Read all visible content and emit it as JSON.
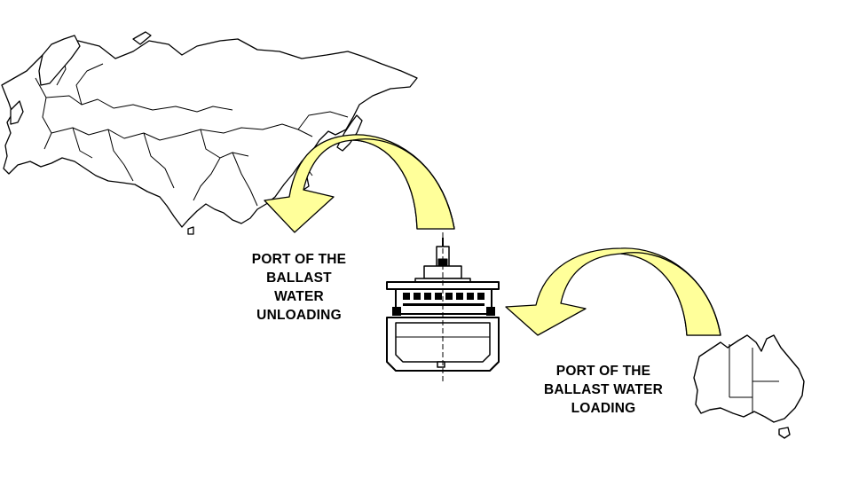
{
  "colors": {
    "arrow_fill": "#ffff9a",
    "arrow_shade": "#cccc8a",
    "outline": "#000000",
    "land": "#ffffff"
  },
  "icons": {
    "continent_left": "eurasia-map-outline",
    "continent_right": "australia-map-outline",
    "ship": "ship-cross-section-icon"
  },
  "labels": {
    "unloading": [
      "PORT OF THE",
      "BALLAST",
      "WATER",
      "UNLOADING"
    ],
    "loading": [
      "PORT OF THE",
      "BALLAST WATER",
      "LOADING"
    ]
  }
}
